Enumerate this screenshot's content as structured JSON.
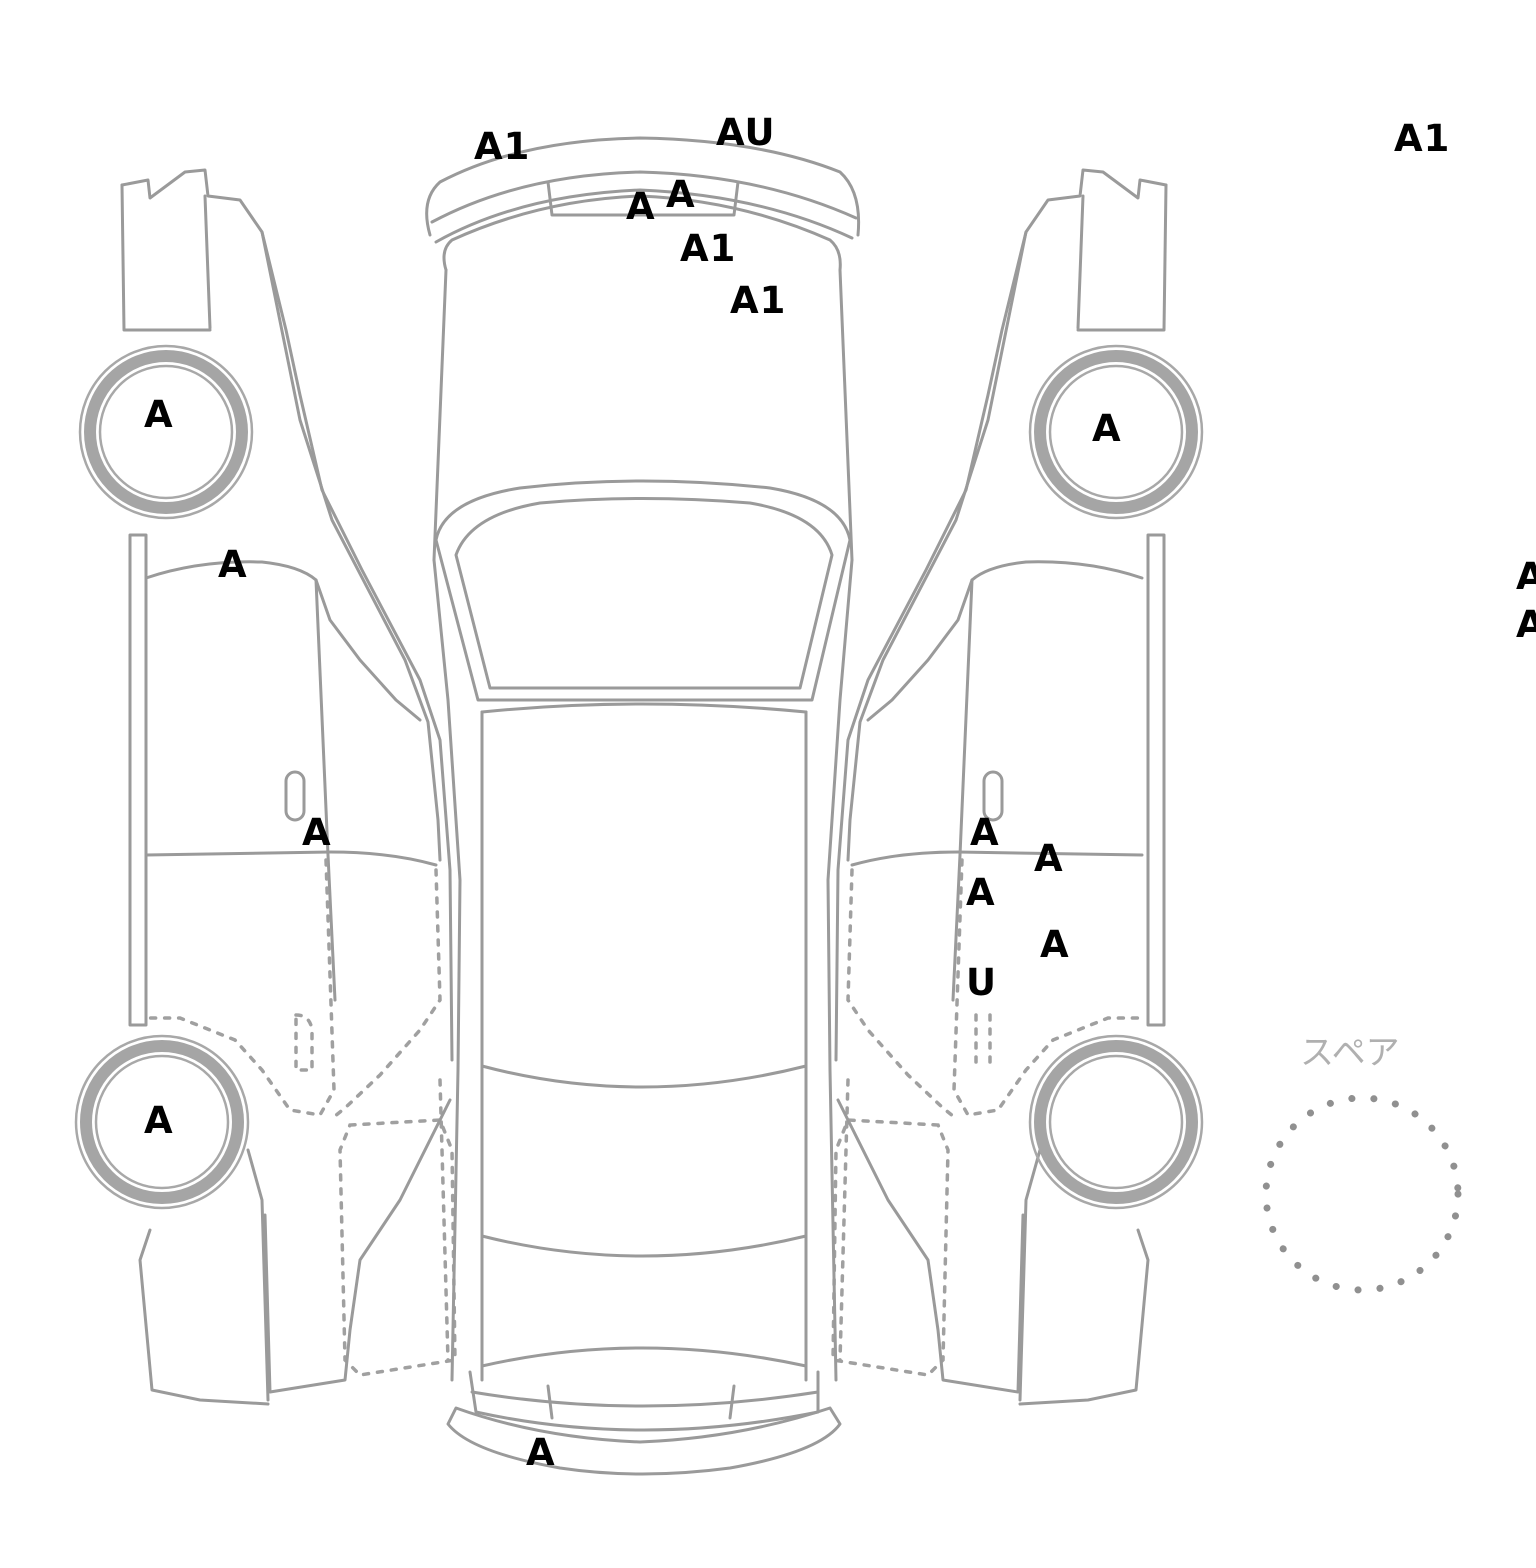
{
  "spare_label": "スペア",
  "marks": [
    {
      "id": "front-bumper-left",
      "code": "A1"
    },
    {
      "id": "front-bumper-right",
      "code": "AU"
    },
    {
      "id": "grille-left",
      "code": "A"
    },
    {
      "id": "grille-right",
      "code": "A"
    },
    {
      "id": "hood-front",
      "code": "A1"
    },
    {
      "id": "hood-rear",
      "code": "A1"
    },
    {
      "id": "right-column-top",
      "code": "A1"
    },
    {
      "id": "left-front-wheel",
      "code": "A"
    },
    {
      "id": "right-front-wheel",
      "code": "A"
    },
    {
      "id": "left-front-door",
      "code": "A"
    },
    {
      "id": "right-column-middle-1",
      "code": "A"
    },
    {
      "id": "right-column-middle-2",
      "code": "A"
    },
    {
      "id": "left-door-handle",
      "code": "A"
    },
    {
      "id": "right-door-handle",
      "code": "A"
    },
    {
      "id": "right-rear-door-upper",
      "code": "A"
    },
    {
      "id": "right-rear-door-lower-1",
      "code": "A"
    },
    {
      "id": "right-rear-door-lower-2",
      "code": "A"
    },
    {
      "id": "right-rear-door-bottom",
      "code": "U"
    },
    {
      "id": "left-rear-wheel",
      "code": "A"
    },
    {
      "id": "rear-bumper",
      "code": "A"
    }
  ]
}
